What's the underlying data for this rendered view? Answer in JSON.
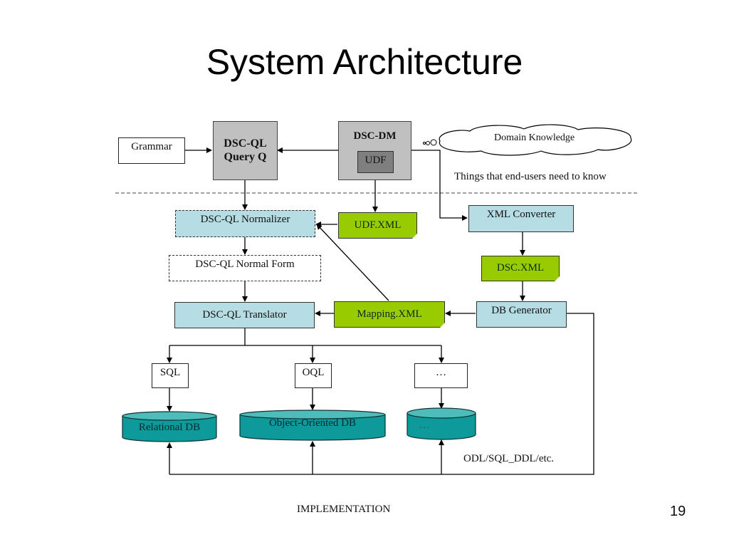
{
  "slide": {
    "title": "System Architecture",
    "footer": "IMPLEMENTATION",
    "page_number": "19"
  },
  "colors": {
    "query_box": "#c0c0c0",
    "udf_box": "#7f7f7f",
    "process_box": "#b6dde4",
    "xml_document": "#99cc00",
    "database": "#0e9a9a"
  },
  "diagram": {
    "grammar": "Grammar",
    "query": {
      "line1": "DSC-QL",
      "line2": "Query Q"
    },
    "dsc_dm": "DSC-DM",
    "udf": "UDF",
    "domain_knowledge": "Domain Knowledge",
    "domain_note": "Things that end-users need to know",
    "normalizer": "DSC-QL Normalizer",
    "udf_xml": "UDF.XML",
    "normal_form": "DSC-QL Normal Form",
    "translator": "DSC-QL Translator",
    "mapping_xml": "Mapping.XML",
    "xml_converter": "XML Converter",
    "dsc_xml": "DSC.XML",
    "db_generator": "DB Generator",
    "languages": [
      "SQL",
      "OQL",
      "…"
    ],
    "databases": [
      "Relational DB",
      "Object-Oriented DB",
      "…"
    ],
    "ddl_label": "ODL/SQL_DDL/etc."
  }
}
